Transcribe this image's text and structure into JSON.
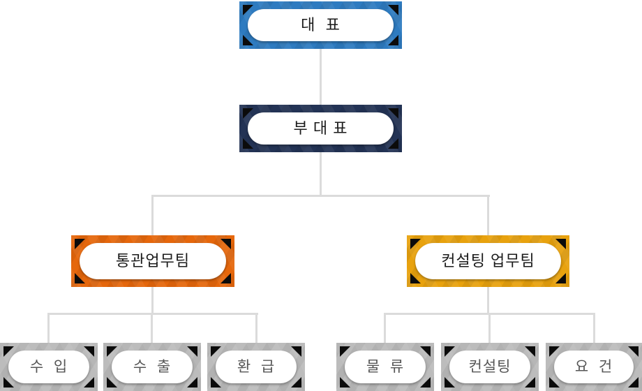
{
  "diagram": {
    "type": "org-chart",
    "connector_color": "#dbdbdb",
    "corner_triangle_color": "#0b0b0b",
    "nodes": {
      "ceo": {
        "label": "대  표",
        "color": "#2e7bc0"
      },
      "vice_ceo": {
        "label": "부 대 표",
        "color": "#233355"
      },
      "customs_team": {
        "label": "통관업무팀",
        "color": "#e5670c"
      },
      "consulting_team": {
        "label": "컨설팅 업무팀",
        "color": "#e8a20e"
      },
      "import": {
        "label": "수  입",
        "color": "#bcbcbc"
      },
      "export": {
        "label": "수  출",
        "color": "#bcbcbc"
      },
      "refund": {
        "label": "환  급",
        "color": "#bcbcbc"
      },
      "logistics": {
        "label": "물  류",
        "color": "#bcbcbc"
      },
      "consulting": {
        "label": "컨설팅",
        "color": "#bcbcbc"
      },
      "requirements": {
        "label": "요  건",
        "color": "#bcbcbc"
      }
    },
    "edges": [
      [
        "ceo",
        "vice_ceo"
      ],
      [
        "vice_ceo",
        "customs_team"
      ],
      [
        "vice_ceo",
        "consulting_team"
      ],
      [
        "customs_team",
        "import"
      ],
      [
        "customs_team",
        "export"
      ],
      [
        "customs_team",
        "refund"
      ],
      [
        "consulting_team",
        "logistics"
      ],
      [
        "consulting_team",
        "consulting"
      ],
      [
        "consulting_team",
        "requirements"
      ]
    ]
  }
}
